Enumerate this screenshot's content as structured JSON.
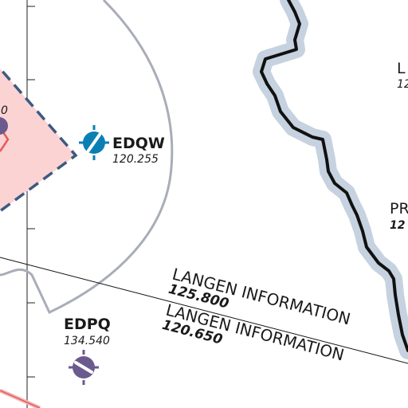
{
  "airfields": [
    {
      "id": "EDQW",
      "freq": "120.255",
      "color": "#0a7fb5"
    },
    {
      "id": "EDPQ",
      "freq": "134.540",
      "color": "#6b5a8e"
    }
  ],
  "info_sectors": [
    {
      "name": "LANGEN INFORMATION",
      "freq": "125.800"
    },
    {
      "name": "LANGEN INFORMATION",
      "freq": "120.650"
    }
  ],
  "edge_labels": {
    "left_freq_fragment": "0",
    "right_top_letter": "L",
    "right_top_freq": "12",
    "right_mid_letters": "PR",
    "right_mid_freq": "12"
  },
  "colors": {
    "restricted_fill": "#fbd3d3",
    "restricted_border": "#3d5a80",
    "border_line": "#111111",
    "border_halo": "#c6d2e0",
    "ctr_outline": "#a9adb8",
    "red_line": "#e65a5a"
  }
}
